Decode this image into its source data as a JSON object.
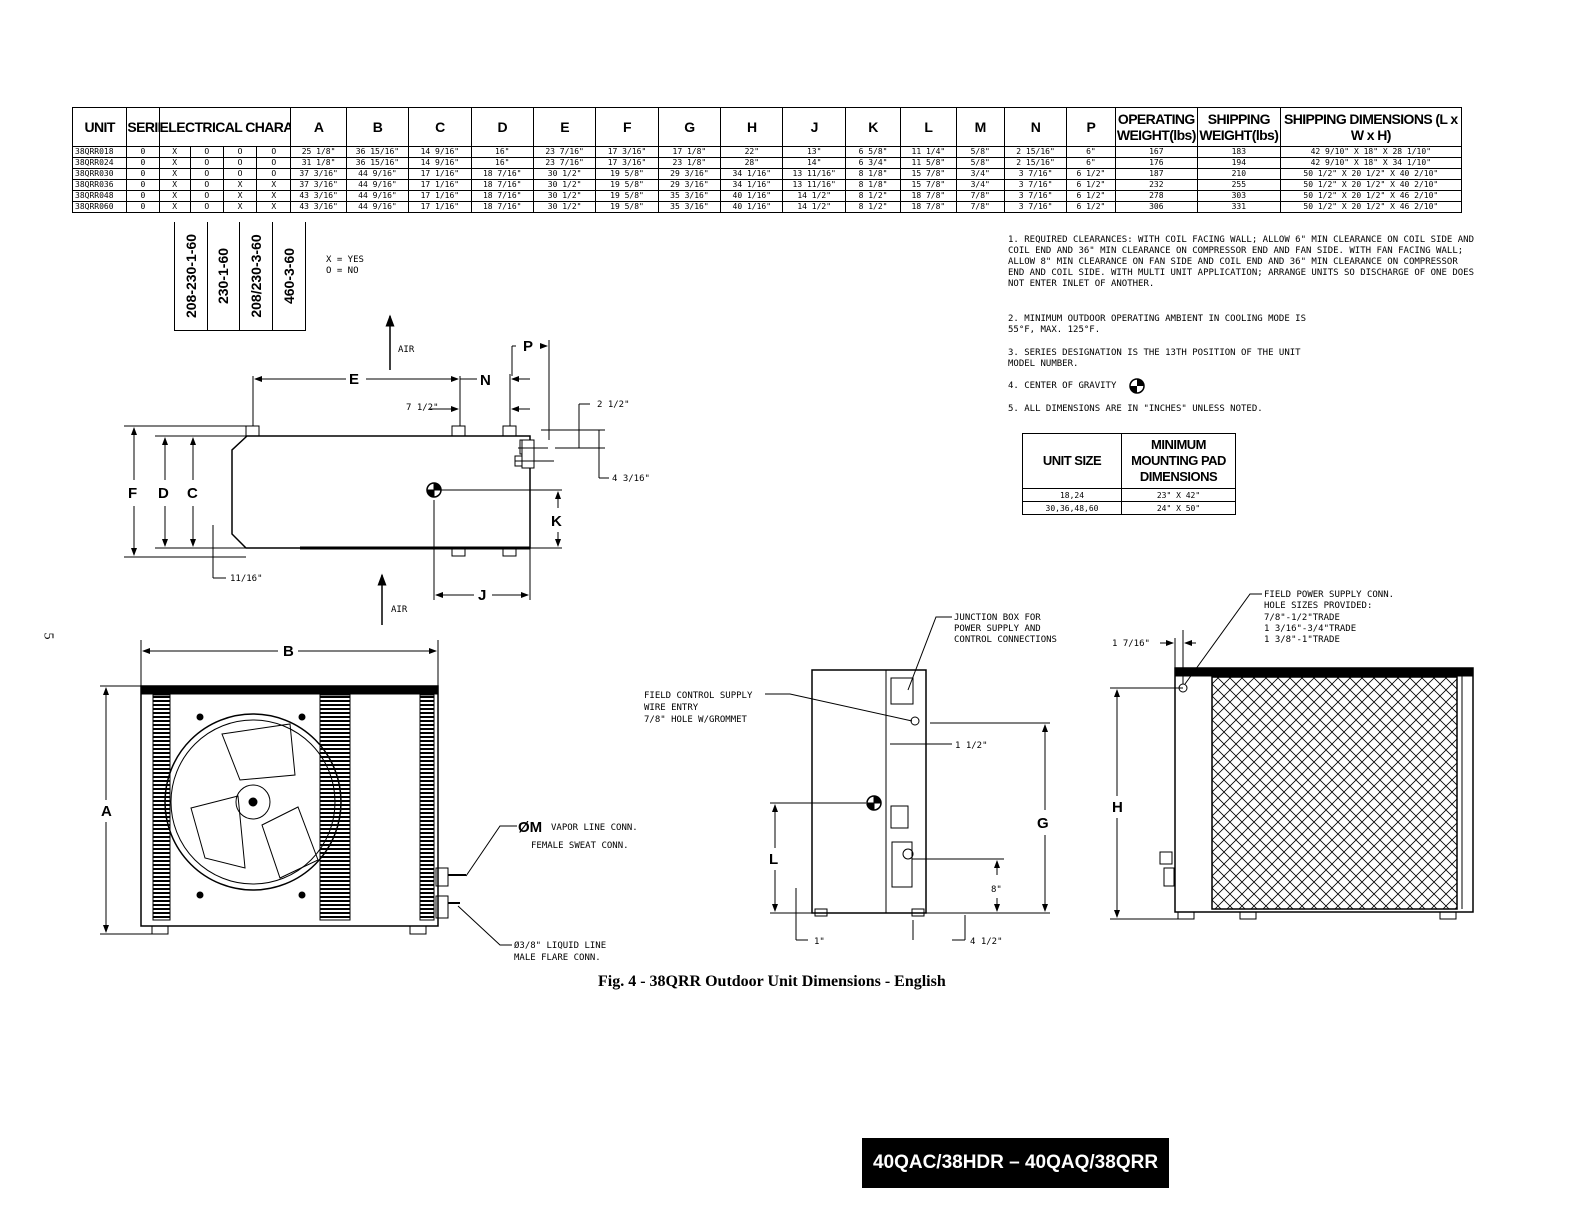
{
  "table": {
    "headers": [
      "UNIT",
      "SERIES",
      "ELECTRICAL CHARACTERISTICS",
      "A",
      "B",
      "C",
      "D",
      "E",
      "F",
      "G",
      "H",
      "J",
      "K",
      "L",
      "M",
      "N",
      "P",
      "OPERATING WEIGHT(lbs)",
      "SHIPPING WEIGHT(lbs)",
      "SHIPPING DIMENSIONS (L x W x H)"
    ],
    "rows": [
      [
        "38QRR018",
        "0",
        "X",
        "O",
        "O",
        "O",
        "25 1/8\"",
        "36 15/16\"",
        "14 9/16\"",
        "16\"",
        "23 7/16\"",
        "17 3/16\"",
        "17 1/8\"",
        "22\"",
        "13\"",
        "6 5/8\"",
        "11 1/4\"",
        "5/8\"",
        "2 15/16\"",
        "6\"",
        "167",
        "183",
        "42 9/10\" X 18\" X 28 1/10\""
      ],
      [
        "38QRR024",
        "0",
        "X",
        "O",
        "O",
        "O",
        "31 1/8\"",
        "36 15/16\"",
        "14 9/16\"",
        "16\"",
        "23 7/16\"",
        "17 3/16\"",
        "23 1/8\"",
        "28\"",
        "14\"",
        "6 3/4\"",
        "11 5/8\"",
        "5/8\"",
        "2 15/16\"",
        "6\"",
        "176",
        "194",
        "42 9/10\" X 18\" X 34 1/10\""
      ],
      [
        "38QRR030",
        "0",
        "X",
        "O",
        "O",
        "O",
        "37 3/16\"",
        "44 9/16\"",
        "17 1/16\"",
        "18 7/16\"",
        "30 1/2\"",
        "19 5/8\"",
        "29 3/16\"",
        "34 1/16\"",
        "13 11/16\"",
        "8 1/8\"",
        "15 7/8\"",
        "3/4\"",
        "3 7/16\"",
        "6 1/2\"",
        "187",
        "210",
        "50 1/2\" X 20 1/2\" X 40 2/10\""
      ],
      [
        "38QRR036",
        "0",
        "X",
        "O",
        "X",
        "X",
        "37 3/16\"",
        "44 9/16\"",
        "17 1/16\"",
        "18 7/16\"",
        "30 1/2\"",
        "19 5/8\"",
        "29 3/16\"",
        "34 1/16\"",
        "13 11/16\"",
        "8 1/8\"",
        "15 7/8\"",
        "3/4\"",
        "3 7/16\"",
        "6 1/2\"",
        "232",
        "255",
        "50 1/2\" X 20 1/2\" X 40 2/10\""
      ],
      [
        "38QRR048",
        "0",
        "X",
        "O",
        "X",
        "X",
        "43 3/16\"",
        "44 9/16\"",
        "17 1/16\"",
        "18 7/16\"",
        "30 1/2\"",
        "19 5/8\"",
        "35 3/16\"",
        "40 1/16\"",
        "14 1/2\"",
        "8 1/2\"",
        "18 7/8\"",
        "7/8\"",
        "3 7/16\"",
        "6 1/2\"",
        "278",
        "303",
        "50 1/2\" X 20 1/2\" X 46 2/10\""
      ],
      [
        "38QRR060",
        "0",
        "X",
        "O",
        "X",
        "X",
        "43 3/16\"",
        "44 9/16\"",
        "17 1/16\"",
        "18 7/16\"",
        "30 1/2\"",
        "19 5/8\"",
        "35 3/16\"",
        "40 1/16\"",
        "14 1/2\"",
        "8 1/2\"",
        "18 7/8\"",
        "7/8\"",
        "3 7/16\"",
        "6 1/2\"",
        "306",
        "331",
        "50 1/2\" X 20 1/2\" X 46 2/10\""
      ]
    ],
    "electrical_options": [
      "208-230-1-60",
      "230-1-60",
      "208/230-3-60",
      "460-3-60"
    ],
    "legend_yes": "X = YES",
    "legend_no": "O = NO"
  },
  "notes": [
    "1. REQUIRED CLEARANCES: WITH COIL FACING WALL; ALLOW 6\" MIN CLEARANCE ON COIL SIDE AND COIL END AND 36\" MIN CLEARANCE ON COMPRESSOR END AND FAN SIDE. WITH FAN FACING WALL; ALLOW 8\" MIN CLEARANCE ON FAN SIDE AND COIL END AND 36\" MIN CLEARANCE ON COMPRESSOR END AND COIL SIDE.  WITH MULTI UNIT APPLICATION; ARRANGE UNITS SO DISCHARGE OF ONE DOES NOT ENTER INLET OF ANOTHER.",
    "2. MINIMUM OUTDOOR OPERATING AMBIENT IN COOLING MODE IS 55°F, MAX. 125°F.",
    "3. SERIES DESIGNATION IS THE 13TH POSITION OF THE UNIT MODEL NUMBER.",
    "4. CENTER OF GRAVITY",
    "5. ALL DIMENSIONS ARE IN \"INCHES\" UNLESS NOTED."
  ],
  "pad_table": {
    "header_unit": "UNIT SIZE",
    "header_pad": "MINIMUM MOUNTING PAD DIMENSIONS",
    "rows": [
      [
        "18,24",
        "23\" X 42\""
      ],
      [
        "30,36,48,60",
        "24\" X 50\""
      ]
    ]
  },
  "drawing": {
    "air": "AIR",
    "dim_7_1_2": "7 1/2\"",
    "dim_2_1_2": "2 1/2\"",
    "dim_4_3_16": "4 3/16\"",
    "dim_11_16": "11/16\"",
    "dim_1_7_16": "1 7/16\"",
    "dim_1_1_2": "1 1/2\"",
    "dim_8": "8\"",
    "dim_1": "1\"",
    "dim_4_1_2": "4 1/2\"",
    "vapor_line": "VAPOR LINE CONN.",
    "vapor_line_2": "FEMALE SWEAT CONN.",
    "liquid_line": "Ø3/8\" LIQUID LINE",
    "liquid_line_2": "MALE FLARE CONN.",
    "field_control_1": "FIELD CONTROL SUPPLY",
    "field_control_2": "WIRE ENTRY",
    "field_control_3": "7/8\" HOLE W/GROMMET",
    "junction_1": "JUNCTION BOX FOR",
    "junction_2": "POWER SUPPLY AND",
    "junction_3": "CONTROL CONNECTIONS",
    "field_power_1": "FIELD POWER SUPPLY CONN.",
    "field_power_2": "HOLE SIZES PROVIDED:",
    "field_power_3": "7/8\"-1/2\"TRADE",
    "field_power_4": "1 3/16\"-3/4\"TRADE",
    "field_power_5": "1 3/8\"-1\"TRADE",
    "labels": [
      "A",
      "B",
      "C",
      "D",
      "E",
      "F",
      "G",
      "H",
      "J",
      "K",
      "L",
      "ØM",
      "N",
      "P"
    ]
  },
  "caption": "Fig. 4 - 38QRR Outdoor Unit Dimensions - English",
  "page_number": "5",
  "footer": "40QAC/38HDR – 40QAQ/38QRR"
}
